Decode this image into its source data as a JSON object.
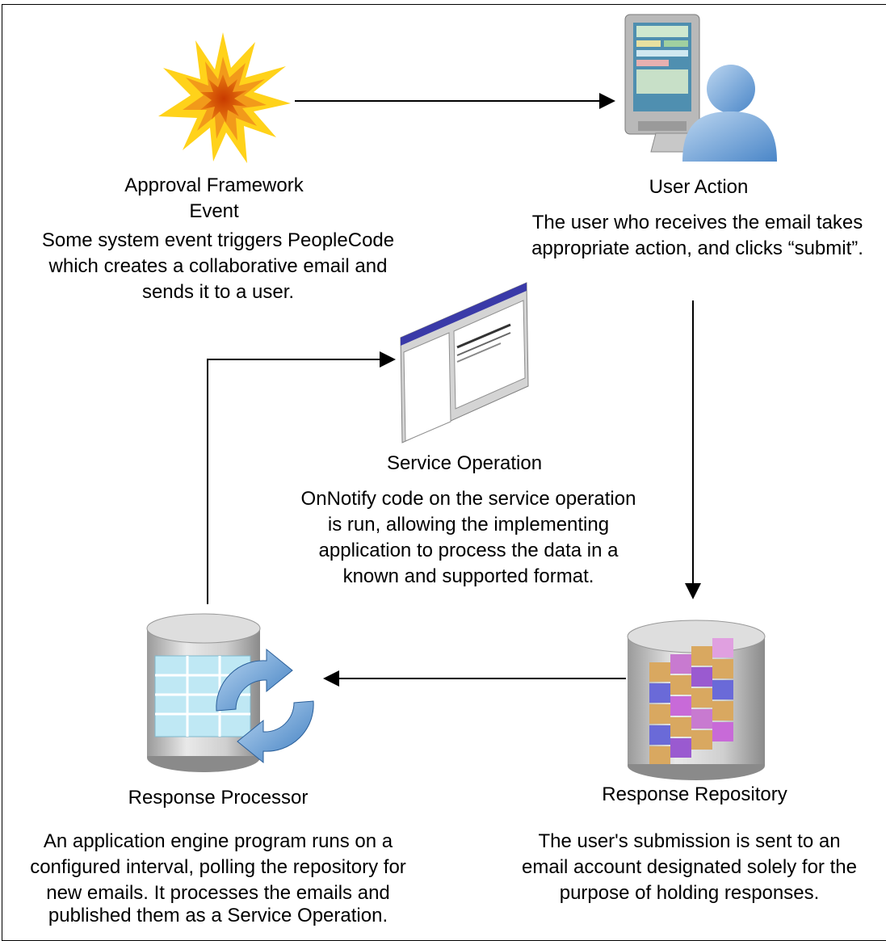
{
  "nodes": {
    "approval": {
      "title_line1": "Approval Framework",
      "title_line2": "Event",
      "desc": [
        "Some system event triggers PeopleCode",
        "which creates a collaborative email and",
        "sends it to a user."
      ]
    },
    "user_action": {
      "title": "User Action",
      "desc": [
        "The user who receives the email takes",
        "appropriate action, and clicks “submit”."
      ]
    },
    "service_operation": {
      "title": "Service Operation",
      "desc": [
        "OnNotify code on the service operation",
        "is run, allowing the implementing",
        "application to process the data in a",
        "known and supported format."
      ]
    },
    "response_processor": {
      "title": "Response Processor",
      "desc": [
        "An application engine program runs on a",
        "configured interval, polling the repository for",
        "new emails. It processes the emails and",
        "published them as a Service Operation."
      ]
    },
    "response_repository": {
      "title": "Response Repository",
      "desc": [
        "The user's submission is sent to an",
        "email account designated solely for the",
        "purpose of holding responses."
      ]
    }
  },
  "icons": {
    "approval": "starburst-event-icon",
    "user_action": "computer-user-icon",
    "service_operation": "application-window-icon",
    "response_processor": "database-cycle-icon",
    "response_repository": "database-cubes-icon"
  }
}
